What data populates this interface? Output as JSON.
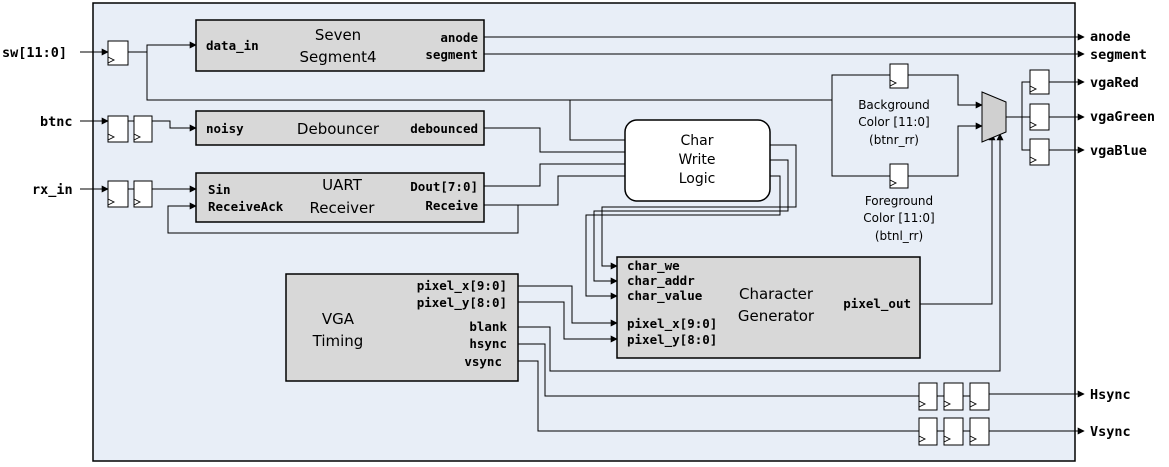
{
  "external": {
    "inputs": {
      "sw": "sw[11:0]",
      "btnc": "btnc",
      "rx_in": "rx_in"
    },
    "outputs": {
      "anode": "anode",
      "segment": "segment",
      "vgaRed": "vgaRed",
      "vgaGreen": "vgaGreen",
      "vgaBlue": "vgaBlue",
      "Hsync": "Hsync",
      "Vsync": "Vsync"
    }
  },
  "blocks": {
    "seven_segment": {
      "title1": "Seven",
      "title2": "Segment4",
      "port_in": "data_in",
      "port_anode": "anode",
      "port_segment": "segment"
    },
    "debouncer": {
      "title": "Debouncer",
      "port_in": "noisy",
      "port_out": "debounced"
    },
    "uart": {
      "title1": "UART",
      "title2": "Receiver",
      "port_sin": "Sin",
      "port_ack": "ReceiveAck",
      "port_dout": "Dout[7:0]",
      "port_receive": "Receive"
    },
    "char_write": {
      "title1": "Char",
      "title2": "Write",
      "title3": "Logic"
    },
    "vga_timing": {
      "title1": "VGA",
      "title2": "Timing",
      "port_px": "pixel_x[9:0]",
      "port_py": "pixel_y[8:0]",
      "port_blank": "blank",
      "port_hsync": "hsync",
      "port_vsync": "vsync"
    },
    "char_gen": {
      "title1": "Character",
      "title2": "Generator",
      "port_we": "char_we",
      "port_addr": "char_addr",
      "port_value": "char_value",
      "port_px": "pixel_x[9:0]",
      "port_py": "pixel_y[8:0]",
      "port_out": "pixel_out"
    }
  },
  "registers": {
    "background": {
      "line1": "Background",
      "line2": "Color [11:0]",
      "line3": "(btnr_rr)"
    },
    "foreground": {
      "line1": "Foreground",
      "line2": "Color [11:0]",
      "line3": "(btnl_rr)"
    }
  }
}
